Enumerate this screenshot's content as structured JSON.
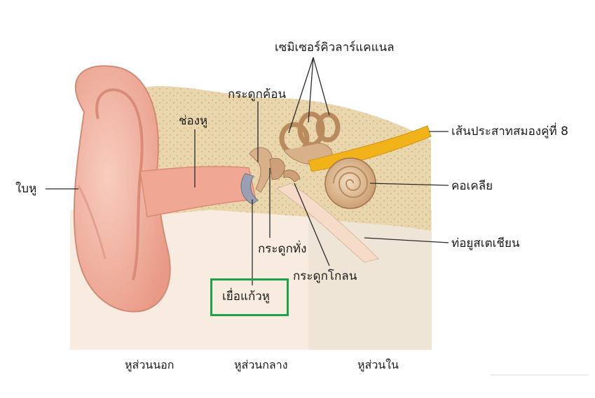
{
  "labels": {
    "pinna": "ใบหู",
    "ear_canal": "ช่องหู",
    "malleus": "กระดูกค้อน",
    "semicircular_canals": "เซมิเซอร์คิวลาร์แคแนล",
    "vestibulocochlear_nerve": "เส้นประสาทสมองคู่ที่ 8",
    "cochlea": "คอเคลีย",
    "eustachian_tube": "ท่อยูสเตเชียน",
    "incus": "กระดูกทั่ง",
    "stapes": "กระดูกโกลน",
    "eardrum": "เยื่อแก้วหู"
  },
  "sections": {
    "outer_ear": "หูส่วนนอก",
    "middle_ear": "หูส่วนกลาง",
    "inner_ear": "หูส่วนใน"
  },
  "colors": {
    "highlight_box": "#1aa34a",
    "skin": "#f2b3a3",
    "bone_tissue": "#ead6ad",
    "nerve": "#f2b21a",
    "eardrum": "#9aa0b2"
  }
}
